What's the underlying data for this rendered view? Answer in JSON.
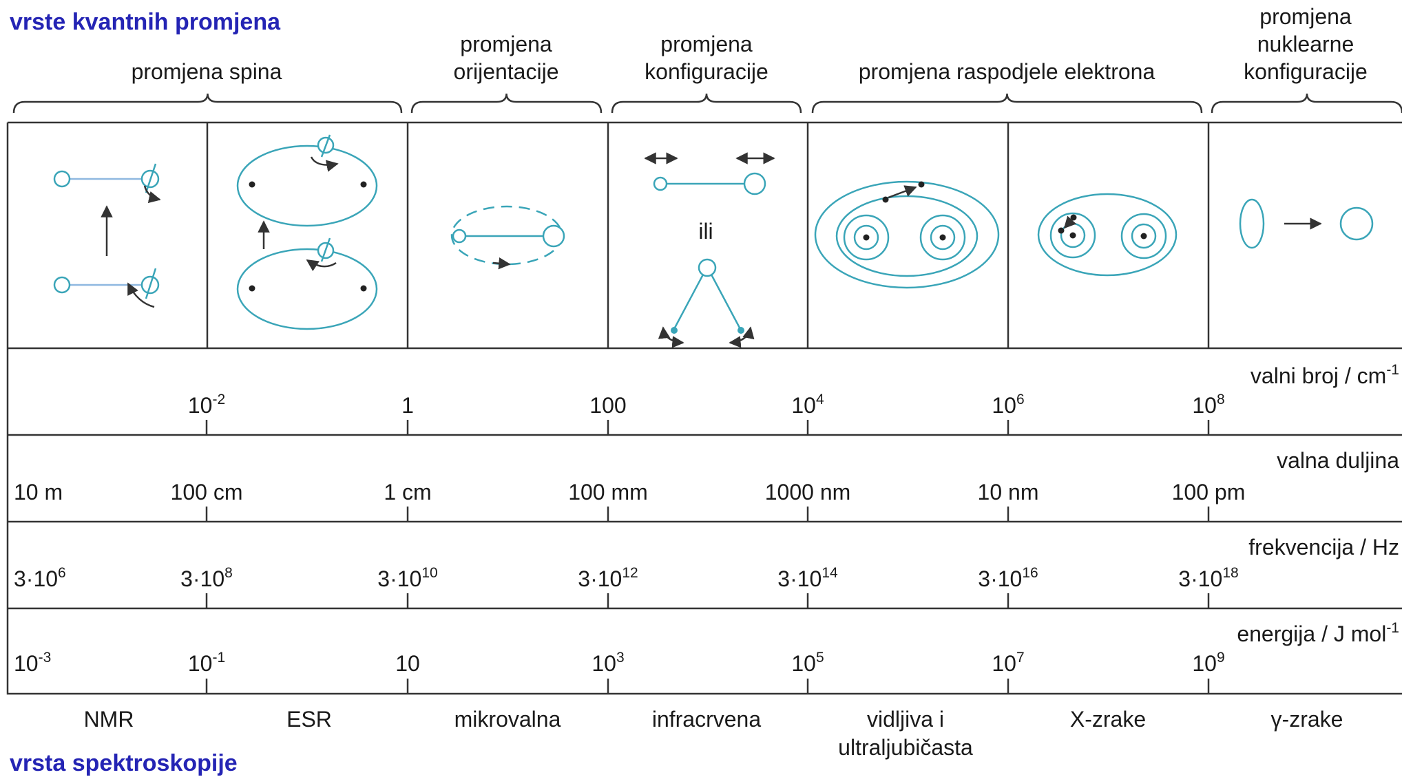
{
  "headings": {
    "quantum_changes": "vrste kvantnih promjena",
    "spectroscopy_types": "vrsta spektroskopije"
  },
  "categories": [
    {
      "lines": [
        "promjena spina"
      ]
    },
    {
      "lines": [
        "promjena",
        "orijentacije"
      ]
    },
    {
      "lines": [
        "promjena",
        "konfiguracije"
      ]
    },
    {
      "lines": [
        "promjena raspodjele elektrona"
      ]
    },
    {
      "lines": [
        "promjena",
        "nuklearne",
        "konfiguracije"
      ]
    }
  ],
  "illustration_text": {
    "ili": "ili"
  },
  "scales": [
    {
      "name": "valni broj / cm",
      "name_sup": "-1",
      "ticks": [
        {
          "base": "10",
          "sup": "-2"
        },
        {
          "base": "1",
          "sup": ""
        },
        {
          "base": "100",
          "sup": ""
        },
        {
          "base": "10",
          "sup": "4"
        },
        {
          "base": "10",
          "sup": "6"
        },
        {
          "base": "10",
          "sup": "8"
        }
      ]
    },
    {
      "name": "valna duljina",
      "name_sup": "",
      "ticks": [
        {
          "base": "10 m",
          "sup": ""
        },
        {
          "base": "100 cm",
          "sup": ""
        },
        {
          "base": "1 cm",
          "sup": ""
        },
        {
          "base": "100 mm",
          "sup": ""
        },
        {
          "base": "1000 nm",
          "sup": ""
        },
        {
          "base": "10 nm",
          "sup": ""
        },
        {
          "base": "100 pm",
          "sup": ""
        }
      ]
    },
    {
      "name": "frekvencija / Hz",
      "name_sup": "",
      "ticks": [
        {
          "base": "3·10",
          "sup": "6"
        },
        {
          "base": "3·10",
          "sup": "8"
        },
        {
          "base": "3·10",
          "sup": "10"
        },
        {
          "base": "3·10",
          "sup": "12"
        },
        {
          "base": "3·10",
          "sup": "14"
        },
        {
          "base": "3·10",
          "sup": "16"
        },
        {
          "base": "3·10",
          "sup": "18"
        }
      ]
    },
    {
      "name": "energija / J mol",
      "name_sup": "-1",
      "ticks": [
        {
          "base": "10",
          "sup": "-3"
        },
        {
          "base": "10",
          "sup": "-1"
        },
        {
          "base": "10",
          "sup": ""
        },
        {
          "base": "10",
          "sup": "3"
        },
        {
          "base": "10",
          "sup": "5"
        },
        {
          "base": "10",
          "sup": "7"
        },
        {
          "base": "10",
          "sup": "9"
        }
      ]
    }
  ],
  "spectroscopy": [
    {
      "lines": [
        "NMR"
      ]
    },
    {
      "lines": [
        "ESR"
      ]
    },
    {
      "lines": [
        "mikrovalna"
      ]
    },
    {
      "lines": [
        "infracrvena"
      ]
    },
    {
      "lines": [
        "vidljiva i",
        "ultraljubičasta"
      ]
    },
    {
      "lines": [
        "X-zrake"
      ]
    },
    {
      "lines": [
        "γ-zrake"
      ]
    }
  ],
  "colors": {
    "heading": "#2424b4",
    "diagram": "#3aa5b8",
    "line": "#333333",
    "molecule_link": "#8fb8e0"
  }
}
